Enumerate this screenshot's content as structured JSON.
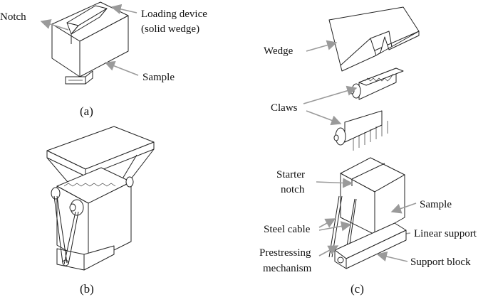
{
  "labels": {
    "notch": "Notch",
    "loading_device_line1": "Loading device",
    "loading_device_line2": "(solid wedge)",
    "sample_a": "Sample",
    "wedge": "Wedge",
    "claws": "Claws",
    "starter_notch_line1": "Starter",
    "starter_notch_line2": "notch",
    "sample_c": "Sample",
    "steel_cable": "Steel cable",
    "linear_support": "Linear support",
    "prestressing_line1": "Prestressing",
    "prestressing_line2": "mechanism",
    "support_block": "Support block"
  },
  "captions": {
    "a": "(a)",
    "b": "(b)",
    "c": "(c)"
  },
  "colors": {
    "arrow": "#9a9a9a",
    "line": "#222222",
    "background": "#ffffff"
  }
}
